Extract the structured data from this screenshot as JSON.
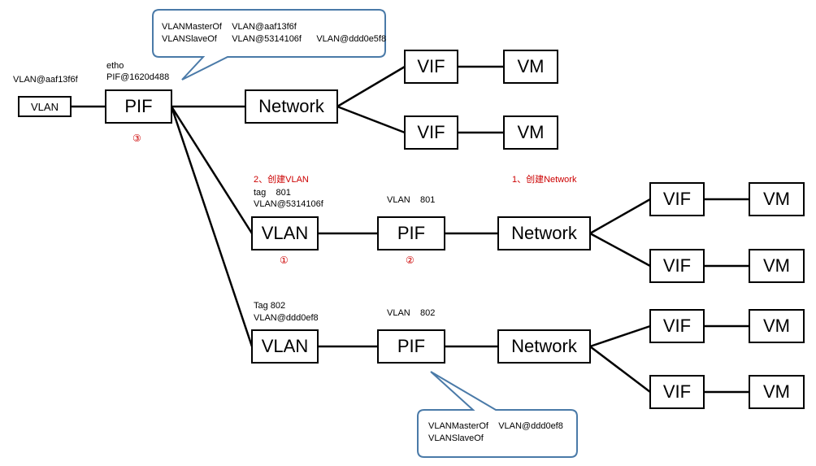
{
  "nodes": {
    "vlan_left": "VLAN",
    "pif_top": "PIF",
    "network_top": "Network",
    "vif_top_1": "VIF",
    "vm_top_1": "VM",
    "vif_top_2": "VIF",
    "vm_top_2": "VM",
    "vlan_mid": "VLAN",
    "pif_mid": "PIF",
    "network_mid": "Network",
    "vif_mid_1": "VIF",
    "vm_mid_1": "VM",
    "vif_mid_2": "VIF",
    "vm_mid_2": "VM",
    "vlan_bot": "VLAN",
    "pif_bot": "PIF",
    "network_bot": "Network",
    "vif_bot_1": "VIF",
    "vm_bot_1": "VM",
    "vif_bot_2": "VIF",
    "vm_bot_2": "VM"
  },
  "labels": {
    "vlan_left_ref": "VLAN@aaf13f6f",
    "pif_top_device": "etho",
    "pif_top_ref": "PIF@1620d488",
    "step_create_vlan": "2、创建VLAN",
    "vlan_mid_tag": "tag    801",
    "vlan_mid_ref": "VLAN@5314106f",
    "pif_mid_vlan": "VLAN    801",
    "step_create_network": "1、创建Network",
    "vlan_bot_tag": "Tag 802",
    "vlan_bot_ref": "VLAN@ddd0ef8",
    "pif_bot_vlan": "VLAN    802"
  },
  "markers": {
    "pif_top_marker": "③",
    "vlan_mid_marker": "①",
    "pif_mid_marker": "②"
  },
  "callouts": {
    "top": {
      "line1": "VLANMasterOf    VLAN@aaf13f6f",
      "line2": "VLANSlaveOf      VLAN@5314106f      VLAN@ddd0e5f8"
    },
    "bottom": {
      "line1": "VLANMasterOf    VLAN@ddd0ef8",
      "line2": "VLANSlaveOf"
    }
  },
  "colors": {
    "callout_border": "#4a7aa8",
    "annotation_red": "#cc0000"
  }
}
